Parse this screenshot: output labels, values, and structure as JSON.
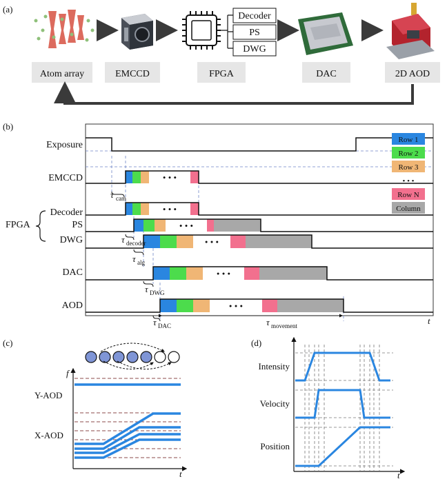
{
  "panel_a": {
    "label": "(a)",
    "stages": [
      "Atom array",
      "EMCCD",
      "FPGA",
      "DAC",
      "2D AOD"
    ],
    "fpga_modules": [
      "Decoder",
      "PS",
      "DWG"
    ],
    "colors": {
      "stage_box": "#e6e6e6",
      "arrow": "#3a3a3a"
    }
  },
  "panel_b": {
    "label": "(b)",
    "signals": [
      "Exposure",
      "EMCCD",
      "Decoder",
      "PS",
      "DWG",
      "DAC",
      "AOD"
    ],
    "group_label": "FPGA",
    "legend": [
      {
        "label": "Row 1",
        "color": "#2a86e0"
      },
      {
        "label": "Row 2",
        "color": "#4cdc4c"
      },
      {
        "label": "Row 3",
        "color": "#f0b675"
      },
      {
        "label": "• • •",
        "color": "#ffffff"
      },
      {
        "label": "Row N",
        "color": "#f2708e"
      },
      {
        "label": "Column",
        "color": "#a8a8a8"
      }
    ],
    "dots": "• • •",
    "taus": [
      {
        "sym": "τ",
        "sub": "cam"
      },
      {
        "sym": "τ",
        "sub": "decoder"
      },
      {
        "sym": "τ",
        "sub": "alg"
      },
      {
        "sym": "τ",
        "sub": "DWG"
      },
      {
        "sym": "τ",
        "sub": "DAC"
      },
      {
        "sym": "τ",
        "sub": "movement"
      }
    ],
    "axis_t": "t"
  },
  "panel_c": {
    "label": "(c)",
    "axis_f": "f",
    "axis_t": "t",
    "y_label": "Y-AOD",
    "x_label": "X-AOD",
    "atoms_filled": [
      true,
      true,
      true,
      true,
      true,
      false,
      false
    ],
    "colors": {
      "trace": "#2a86e0",
      "atom": "#7f95d6",
      "dashed": "#8b4a4a"
    }
  },
  "panel_d": {
    "label": "(d)",
    "axis_t": "t",
    "rows": [
      "Intensity",
      "Velocity",
      "Position"
    ]
  }
}
